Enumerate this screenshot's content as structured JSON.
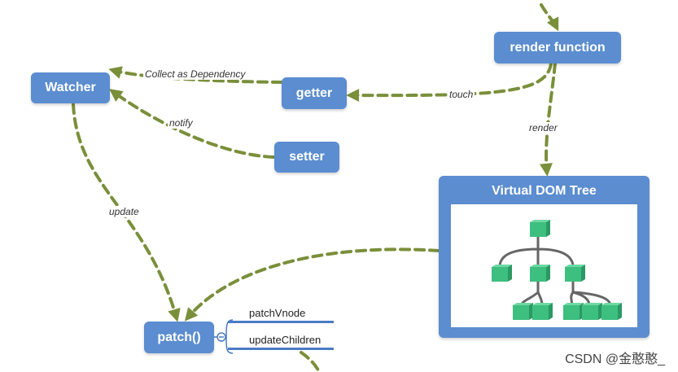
{
  "nodes": {
    "render_function": "render function",
    "watcher": "Watcher",
    "getter": "getter",
    "setter": "setter",
    "patch": "patch()",
    "virtual_dom_tree": "Virtual DOM Tree"
  },
  "edge_labels": {
    "collect": "Collect as Dependency",
    "touch": "touch",
    "notify": "notify",
    "render": "render",
    "update": "update"
  },
  "patch_children": [
    "patchVnode",
    "updateChildren"
  ],
  "watermark": "CSDN @金憨憨_",
  "colors": {
    "node_fill": "#5b8dd0",
    "arrow": "#7a8f3a",
    "tree_node": "#3dbf7f"
  }
}
